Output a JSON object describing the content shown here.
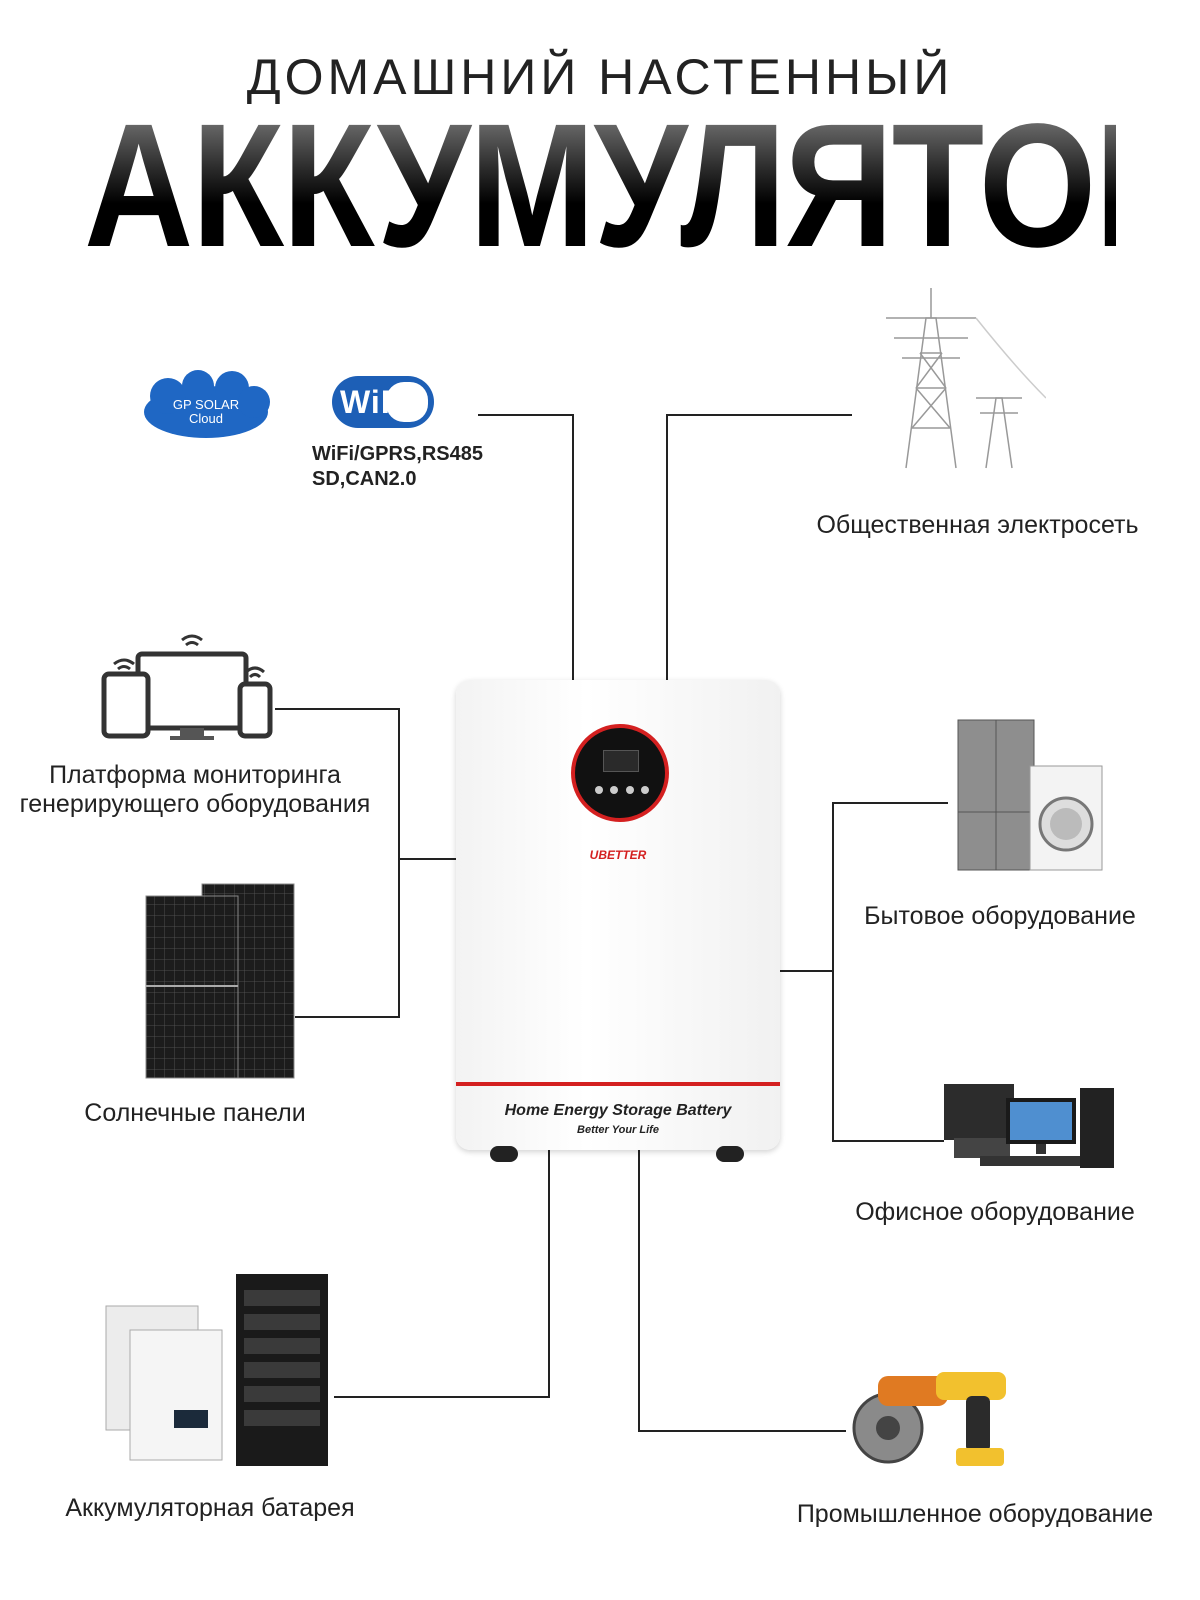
{
  "header": {
    "subtitle": "ДОМАШНИЙ НАСТЕННЫЙ",
    "title": "АККУМУЛЯТОР"
  },
  "connectivity": {
    "cloud_label_line1": "GP SOLAR",
    "cloud_label_line2": "Cloud",
    "wifi_badge": "WiFi",
    "protocols_line1": "WiFi/GPRS,RS485",
    "protocols_line2": "SD,CAN2.0"
  },
  "nodes": {
    "grid": "Общественная электросеть",
    "monitoring_line1": "Платформа мониторинга",
    "monitoring_line2": "генерирующего оборудования",
    "solar": "Солнечные панели",
    "battery_bank": "Аккумуляторная батарея",
    "household": "Бытовое оборудование",
    "office": "Офисное оборудование",
    "industrial": "Промышленное оборудование"
  },
  "device": {
    "brand": "UBETTER",
    "product_name": "Home Energy Storage Battery",
    "slogan": "Better Your Life"
  },
  "colors": {
    "accent_red": "#d42020",
    "wifi_blue": "#1d5fb6",
    "cloud_blue": "#1f67c4"
  }
}
